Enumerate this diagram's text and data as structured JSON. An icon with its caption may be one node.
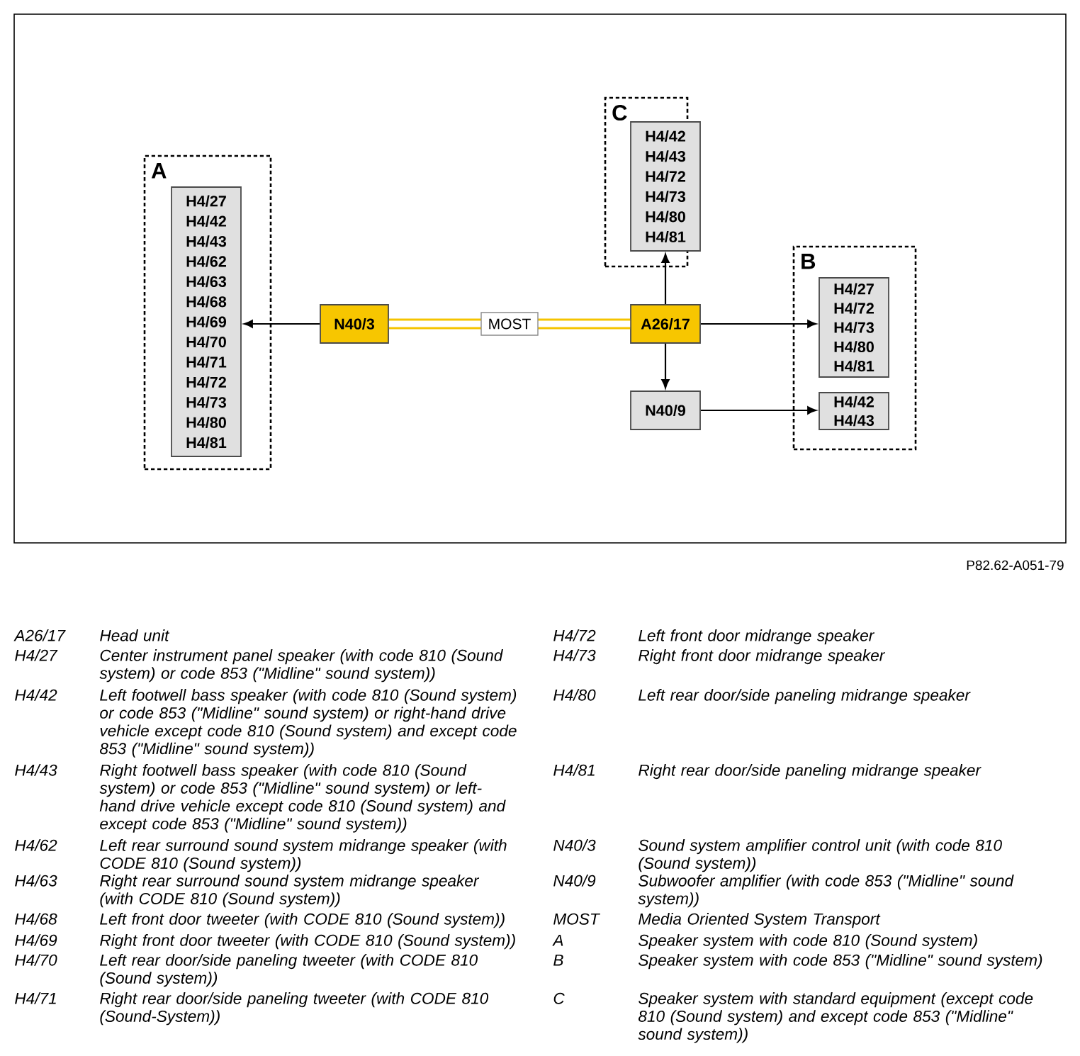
{
  "diagram": {
    "nodes": [
      {
        "text": [
          "A"
        ]
      },
      {
        "text": [
          "H4/27",
          "H4/42",
          "H4/43",
          "H4/62",
          "H4/63",
          "H4/68",
          "H4/69",
          "H4/70",
          "H4/71",
          "H4/72",
          "H4/73",
          "H4/80",
          "H4/81"
        ],
        "in": 0
      },
      {
        "text": [
          "N40/3"
        ]
      },
      {
        "text": [
          "C"
        ]
      },
      {
        "text": [
          "H4/42",
          "H4/43",
          "H4/72",
          "H4/73",
          "H4/80",
          "H4/81"
        ],
        "in": 3
      },
      {
        "text": [
          "A26/17"
        ]
      },
      {
        "text": [
          "N40/9"
        ]
      },
      {
        "text": [
          "B"
        ]
      },
      {
        "text": [
          "H4/27",
          "H4/72",
          "H4/73",
          "H4/80",
          "H4/81"
        ],
        "in": 7
      },
      {
        "text": [
          "H4/42",
          "H4/43"
        ],
        "in": 7
      }
    ],
    "edges": [
      {
        "from": 2,
        "to": 1,
        "arrow": "to"
      },
      {
        "from": 2,
        "to": 5,
        "arrow": "none",
        "label": "MOST",
        "style": "thick",
        "color": "#f5c400"
      },
      {
        "from": 5,
        "to": 4,
        "arrow": "to"
      },
      {
        "from": 5,
        "to": 8,
        "arrow": "to"
      },
      {
        "from": 5,
        "to": 6,
        "arrow": "to"
      },
      {
        "from": 6,
        "to": 9,
        "arrow": "to"
      }
    ],
    "labels": [
      "P82.62-A051-79",
      "A26/17",
      "Head unit",
      "H4/72",
      "Left front door midrange speaker",
      "H4/27",
      "Center instrument panel speaker (with code 810 (Sound system) or code 853 (\"Midline\" sound system))",
      "H4/73",
      "Right front door midrange speaker",
      "H4/42",
      "Left footwell bass speaker (with code 810 (Sound system) or code 853 (\"Midline\" sound system) or right-hand drive vehicle except code 810 (Sound system) and except code 853 (\"Midline\" sound system))",
      "H4/80",
      "Left rear door/side paneling midrange speaker",
      "H4/43",
      "Right footwell bass speaker (with code 810 (Sound system) or code 853 (\"Midline\" sound system) or left-hand drive vehicle except code 810 (Sound system) and except code 853 (\"Midline\" sound system))",
      "H4/81",
      "Right rear door/side paneling midrange speaker",
      "H4/62",
      "Left rear surround sound system midrange speaker (with CODE 810 (Sound system))",
      "N40/3",
      "Sound system amplifier control unit (with code 810 (Sound system))",
      "H4/63",
      "Right rear surround sound system midrange speaker (with CODE 810 (Sound system))",
      "N40/9",
      "Subwoofer amplifier (with code 853 (\"Midline\" sound system))",
      "H4/68",
      "Left front door tweeter (with CODE 810 (Sound system))",
      "MOST",
      "Media Oriented System Transport",
      "H4/69",
      "Right front door tweeter (with CODE 810 (Sound system))",
      "A",
      "Speaker system with code 810 (Sound system)",
      "H4/70",
      "Left rear door/side paneling tweeter (with CODE 810 (Sound system))",
      "B",
      "Speaker system with code 853 (\"Midline\" sound system)",
      "H4/71",
      "Right rear door/side paneling tweeter (with CODE 810 (Sound-System))",
      "C",
      "Speaker system with standard equipment (except code 810 (Sound system) and except code 853 (\"Midline\" sound system))"
    ]
  }
}
